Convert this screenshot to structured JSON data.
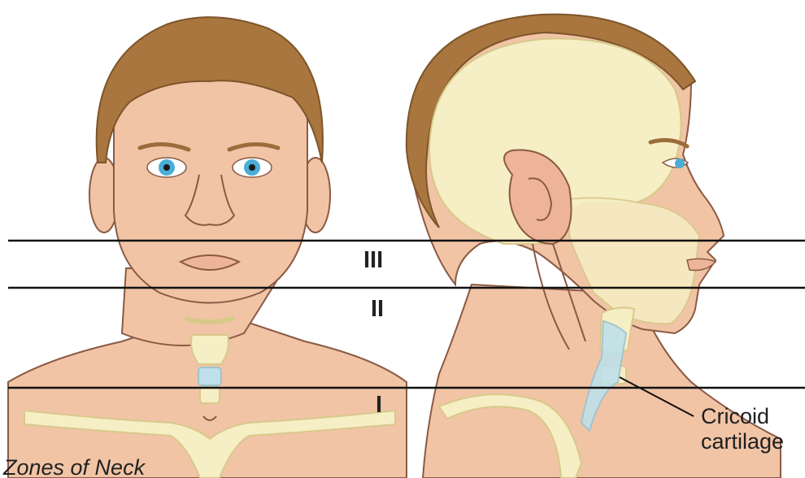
{
  "zones": [
    {
      "id": "III",
      "label": "III"
    },
    {
      "id": "II",
      "label": "II"
    },
    {
      "id": "I",
      "label": "I"
    }
  ],
  "callout": {
    "line1": "Cricoid",
    "line2": "cartilage"
  },
  "caption": "Zones of Neck",
  "colors": {
    "skin": "#f1c4a6",
    "skin_outline": "#8a5a44",
    "hair": "#a8763e",
    "bone": "#f6eec4",
    "bone_outline": "#d8c98a",
    "cartilage_blue": "#bfe0ea",
    "eye_iris": "#4aaed6",
    "zone_line": "#111111"
  }
}
